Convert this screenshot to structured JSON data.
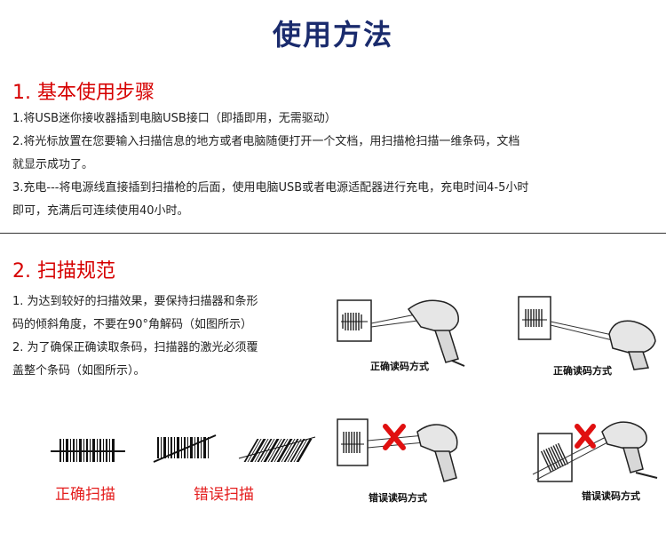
{
  "title": "使用方法",
  "section1": {
    "heading": "1. 基本使用步骤",
    "lines": [
      "1.将USB迷你接收器插到电脑USB接口（即插即用，无需驱动）",
      "2.将光标放置在您要输入扫描信息的地方或者电脑随便打开一个文档，用扫描枪扫描一维条码，文档",
      "就显示成功了。",
      "3.充电---将电源线直接插到扫描枪的后面，使用电脑USB或者电源适配器进行充电，充电时间4-5小时",
      "即可，充满后可连续使用40小时。"
    ]
  },
  "section2": {
    "heading": "2. 扫描规范",
    "lines": [
      "1. 为达到较好的扫描效果，要保持扫描器和条形",
      "码的倾斜角度，不要在90°角解码（如图所示）",
      "2. 为了确保正确读取条码，扫描器的激光必须覆",
      "盖整个条码（如图所示）。"
    ]
  },
  "captions": {
    "correct_scan": "正确扫描",
    "wrong_scan": "错误扫描",
    "correct_read": "正确读码方式",
    "wrong_read": "错误读码方式"
  },
  "colors": {
    "title": "#1a2b6d",
    "heading": "#d60000",
    "cross_mark": "#e01010"
  }
}
